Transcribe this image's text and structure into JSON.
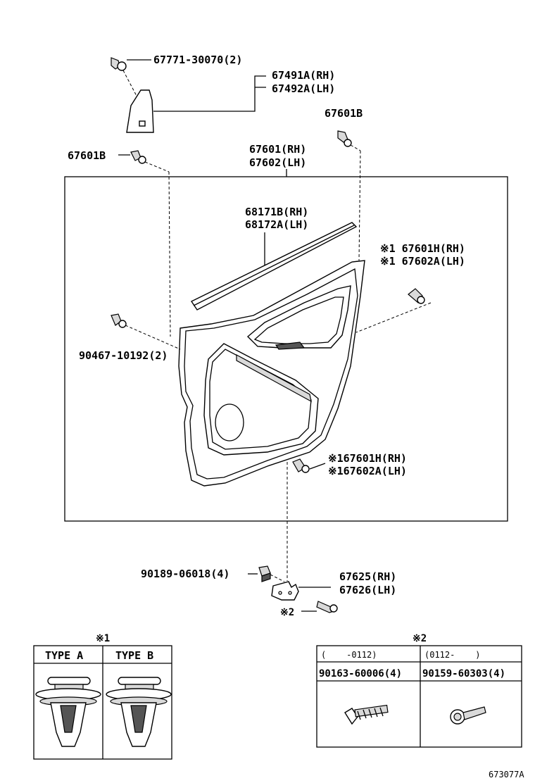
{
  "callouts": {
    "screw_top": "67771-30070(2)",
    "cover_rh": "67491A(RH)",
    "cover_lh": "67492A(LH)",
    "clip_right_top": "67601B",
    "clip_left_top": "67601B",
    "board_rh": "67601(RH)",
    "board_lh": "67602(LH)",
    "weatherstrip_rh": "68171B(RH)",
    "weatherstrip_lh": "68172A(LH)",
    "clip_upper_rh": "※1 67601H(RH)",
    "clip_upper_lh": "※1 67602A(LH)",
    "screw_left": "90467-10192(2)",
    "clip_lower_rh": "※167601H(RH)",
    "clip_lower_lh": "※167602A(LH)",
    "nut": "90189-06018(4)",
    "bracket_rh": "67625(RH)",
    "bracket_lh": "67626(LH)",
    "screw_ref": "※2"
  },
  "table1": {
    "ref": "※1",
    "type_a": "TYPE A",
    "type_b": "TYPE B"
  },
  "table2": {
    "ref": "※2",
    "col1_range": "(    -0112)",
    "col2_range": "(0112-    )",
    "col1_part": "90163-60006(4)",
    "col2_part": "90159-60303(4)"
  },
  "diagram_code": "673077A"
}
